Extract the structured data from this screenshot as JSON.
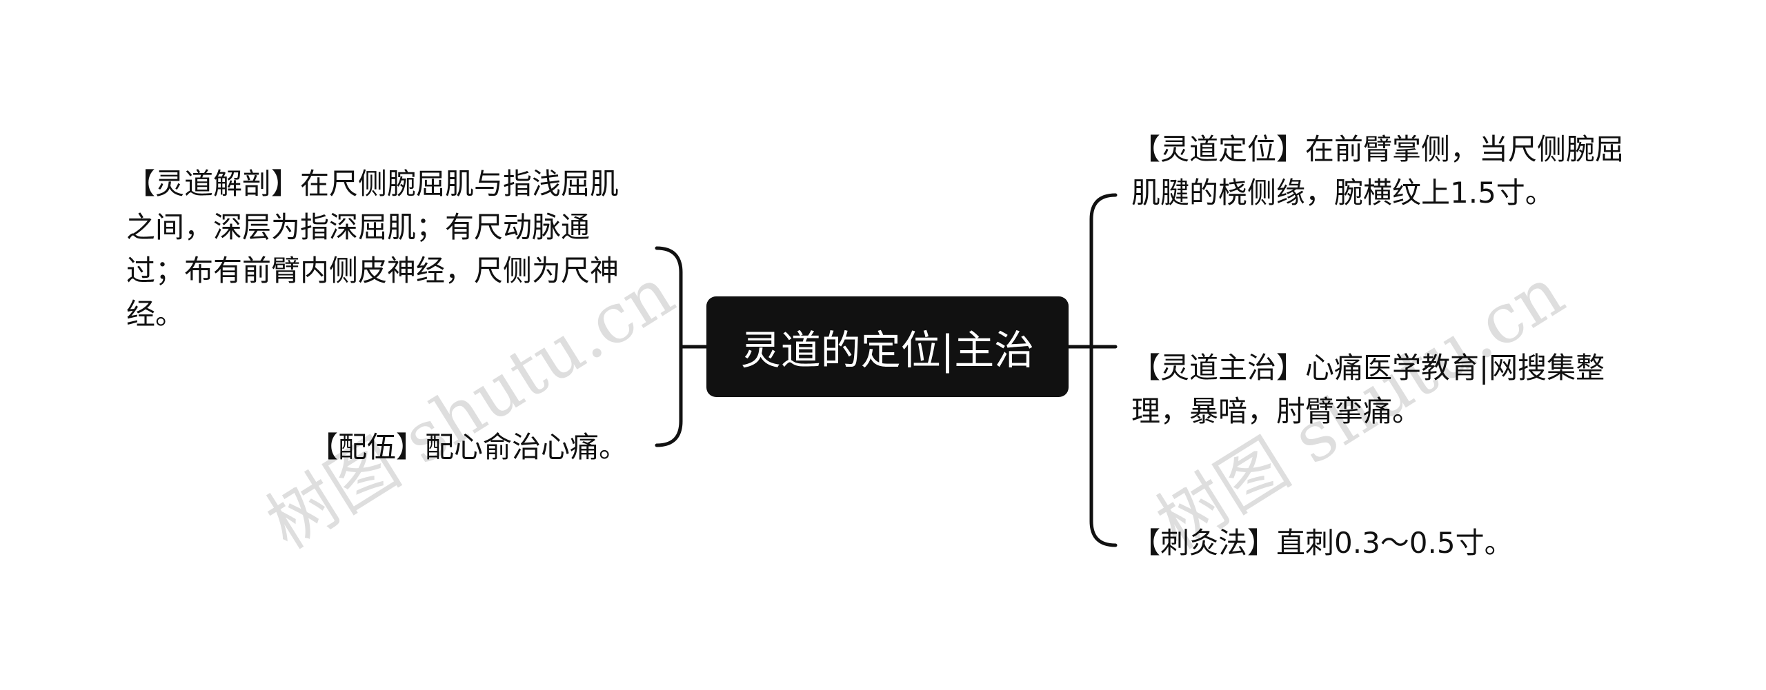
{
  "center": {
    "label": "灵道的定位|主治"
  },
  "left_nodes": [
    {
      "text": "【灵道解剖】在尺侧腕屈肌与指浅屈肌之间，深层为指深屈肌；有尺动脉通过；布有前臂内侧皮神经，尺侧为尺神经。"
    },
    {
      "text": "【配伍】配心俞治心痛。"
    }
  ],
  "right_nodes": [
    {
      "text": "【灵道定位】在前臂掌侧，当尺侧腕屈肌腱的桡侧缘，腕横纹上1.5寸。"
    },
    {
      "text": "【灵道主治】心痛医学教育|网搜集整理，暴喑，肘臂挛痛。"
    },
    {
      "text": "【刺灸法】直刺0.3～0.5寸。"
    }
  ],
  "watermarks": [
    "树图 shutu.cn",
    "树图 shutu.cn"
  ],
  "colors": {
    "line": "#111111",
    "center_bg": "#111111",
    "center_text": "#ffffff"
  }
}
